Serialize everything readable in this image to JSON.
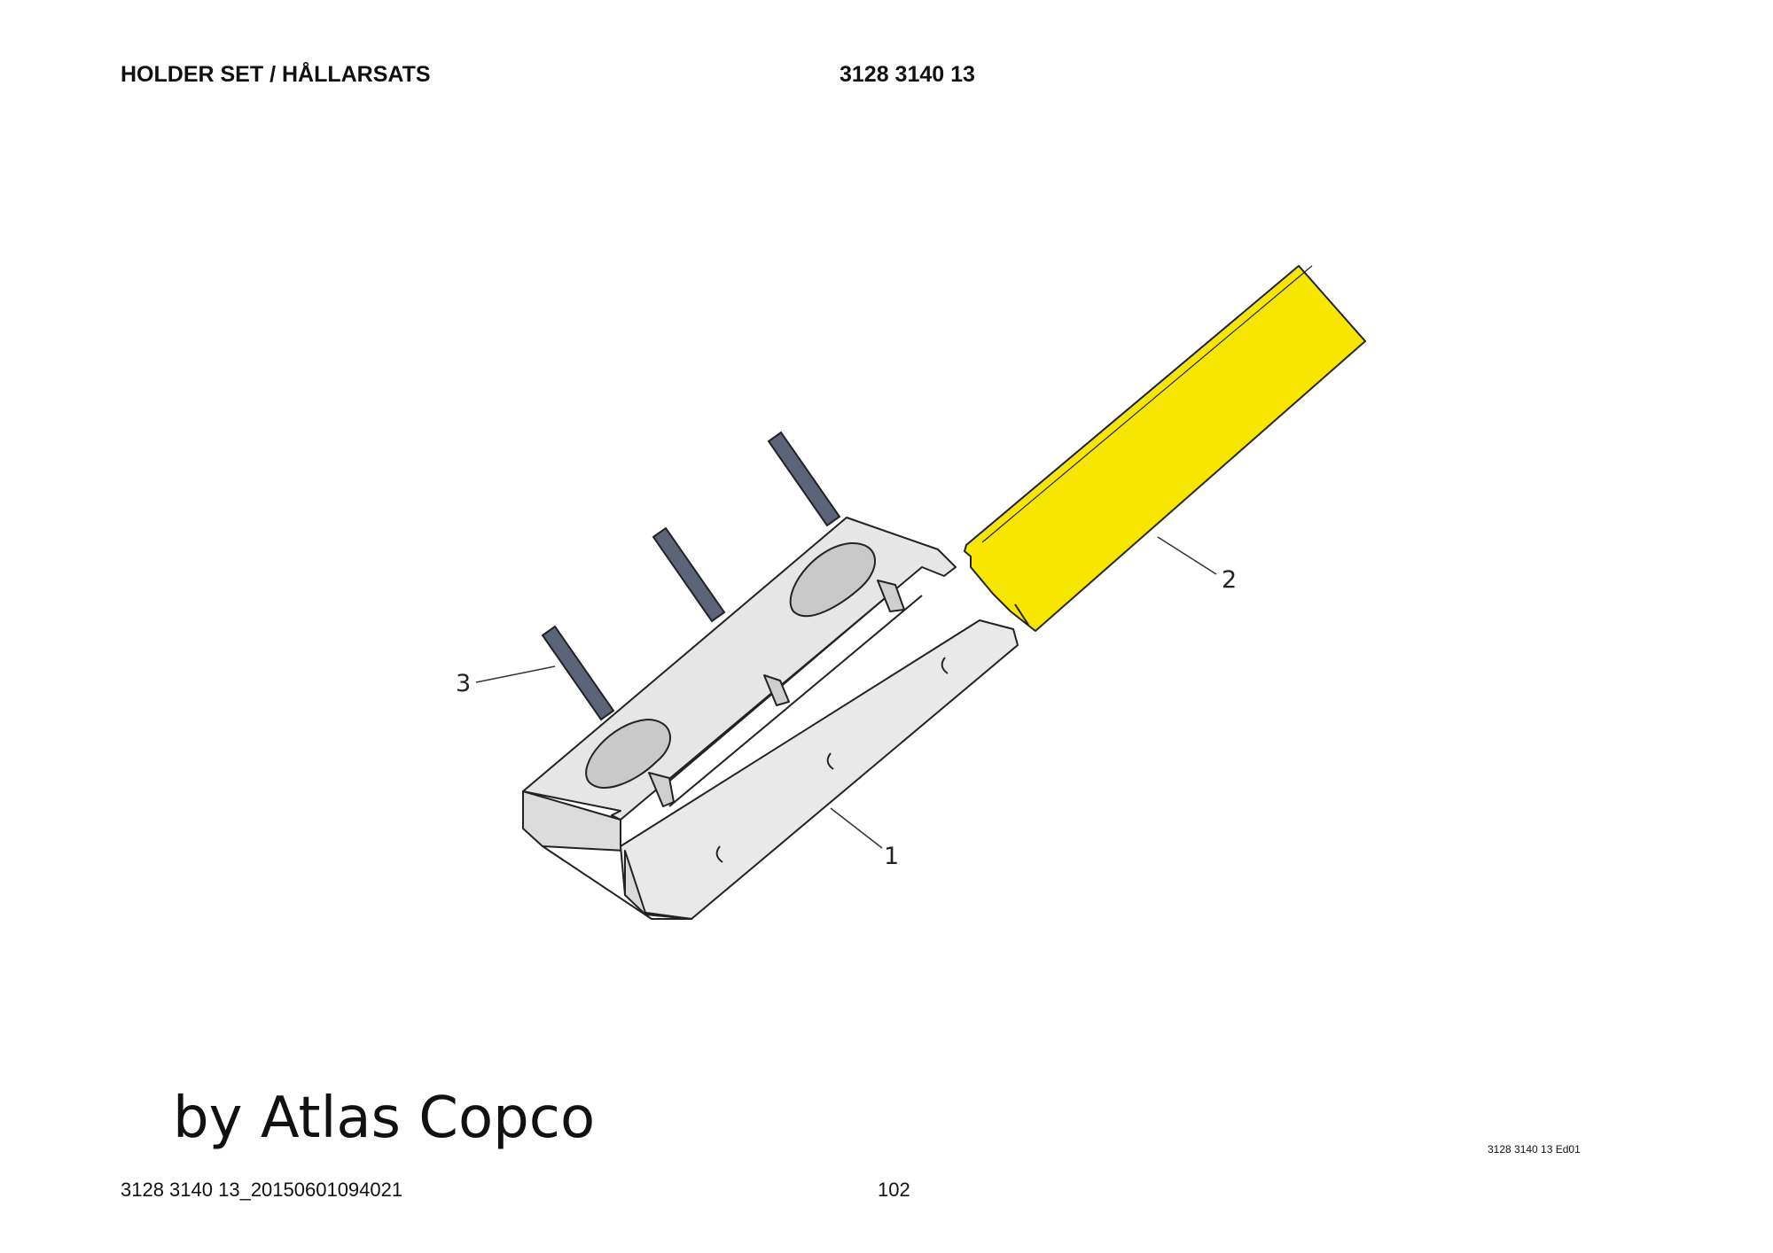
{
  "header": {
    "title": "HOLDER SET / HÅLLARSATS",
    "part_number": "3128 3140 13"
  },
  "drawing": {
    "callouts": [
      {
        "label": "1"
      },
      {
        "label": "2"
      },
      {
        "label": "3"
      }
    ],
    "colors": {
      "holder_body": "#e4e4e4",
      "insert": "#f7e600",
      "pins": "#5b6478",
      "outline": "#222222"
    }
  },
  "brand": "by Atlas Copco",
  "edition": "3128 3140 13 Ed01",
  "footer": {
    "file": "3128 3140 13_20150601094021",
    "page": "102"
  }
}
